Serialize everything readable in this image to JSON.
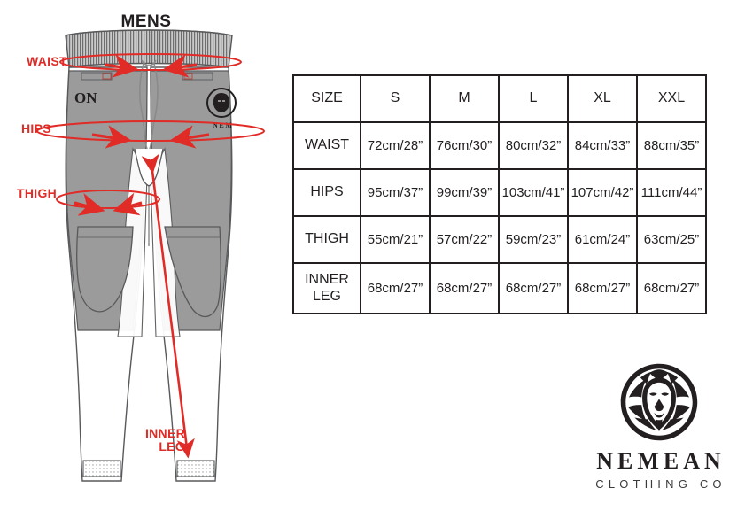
{
  "garment": {
    "title": "MENS",
    "figure_name": "mens-joggers-front-view",
    "thigh_print_text": "ON",
    "patch_text": "NEM"
  },
  "annotations": {
    "accent_color": "#e02b26",
    "items": [
      {
        "id": "waist",
        "label": "WAIST"
      },
      {
        "id": "hips",
        "label": "HIPS"
      },
      {
        "id": "thigh",
        "label": "THIGH"
      },
      {
        "id": "inner_leg",
        "label": "INNER\nLEG"
      }
    ]
  },
  "size_table": {
    "headers": [
      "SIZE",
      "S",
      "M",
      "L",
      "XL",
      "XXL"
    ],
    "rows": [
      {
        "label": "WAIST",
        "values": [
          "72cm/28”",
          "76cm/30”",
          "80cm/32”",
          "84cm/33”",
          "88cm/35”"
        ]
      },
      {
        "label": "HIPS",
        "values": [
          "95cm/37”",
          "99cm/39”",
          "103cm/41”",
          "107cm/42”",
          "111cm/44”"
        ]
      },
      {
        "label": "THIGH",
        "values": [
          "55cm/21”",
          "57cm/22”",
          "59cm/23”",
          "61cm/24”",
          "63cm/25”"
        ]
      },
      {
        "label": "INNER\nLEG",
        "values": [
          "68cm/27”",
          "68cm/27”",
          "68cm/27”",
          "68cm/27”",
          "68cm/27”"
        ]
      }
    ]
  },
  "brand": {
    "name": "NEMEAN",
    "tagline": "CLOTHING CO",
    "logo_icon": "lion-head-icon",
    "color": "#231f20"
  },
  "palette": {
    "background": "#ffffff",
    "ink": "#231f20",
    "garment_gray": "#9b9b9b",
    "garment_light": "#ffffff",
    "outline": "#58595b",
    "accent_red": "#e02b26"
  }
}
